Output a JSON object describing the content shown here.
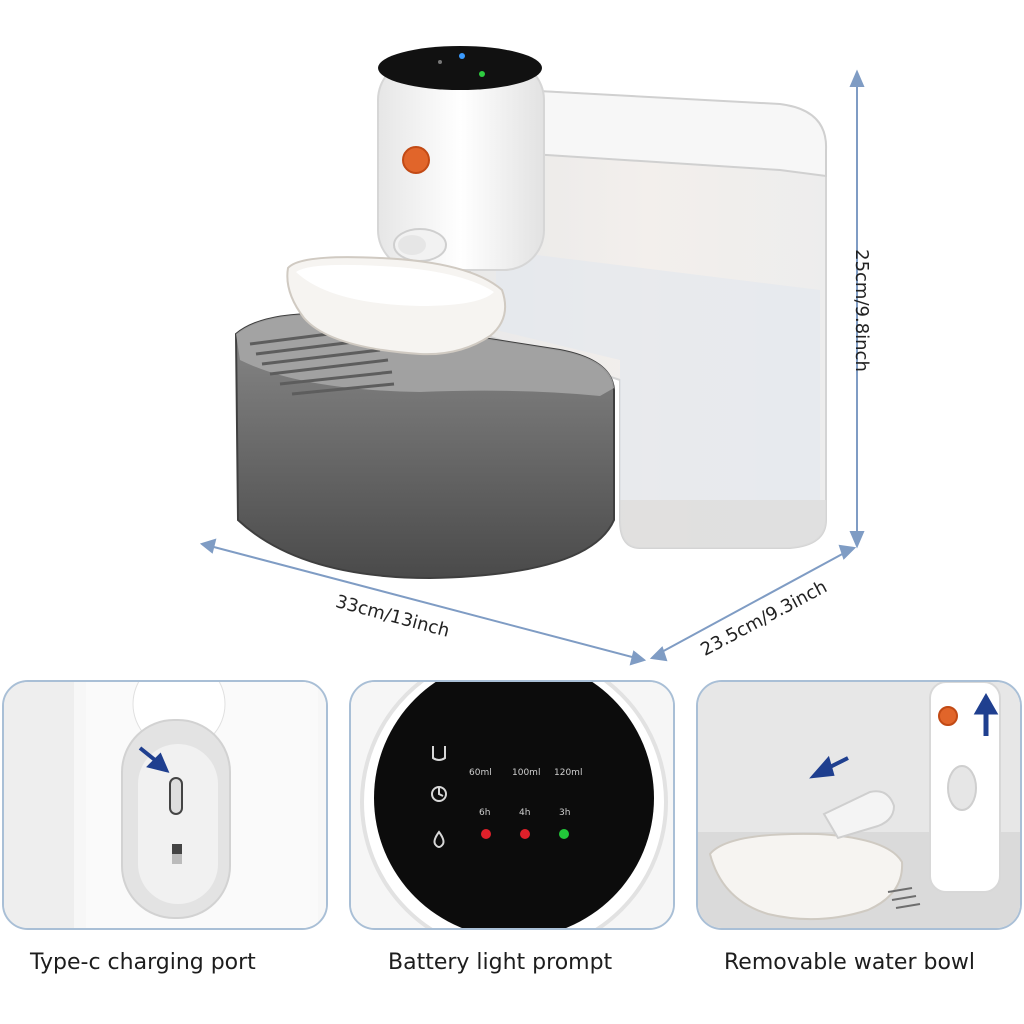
{
  "dimensions": {
    "height": "25cm/9.8inch",
    "width": "33cm/13inch",
    "depth": "23.5cm/9.3inch"
  },
  "panels": [
    {
      "caption": "Type-c charging port"
    },
    {
      "caption": "Battery light prompt",
      "display": {
        "volumes": [
          "60ml",
          "100ml",
          "120ml"
        ],
        "hours": [
          "6h",
          "4h",
          "3h"
        ],
        "indicator_colors": [
          "#e0202a",
          "#e0202a",
          "#22c83a"
        ]
      }
    },
    {
      "caption": "Removable water bowl"
    }
  ],
  "colors": {
    "arrow_line": "#7f9cc4",
    "callout_arrow": "#1f3f8f",
    "panel_border": "#a9bfd6"
  }
}
